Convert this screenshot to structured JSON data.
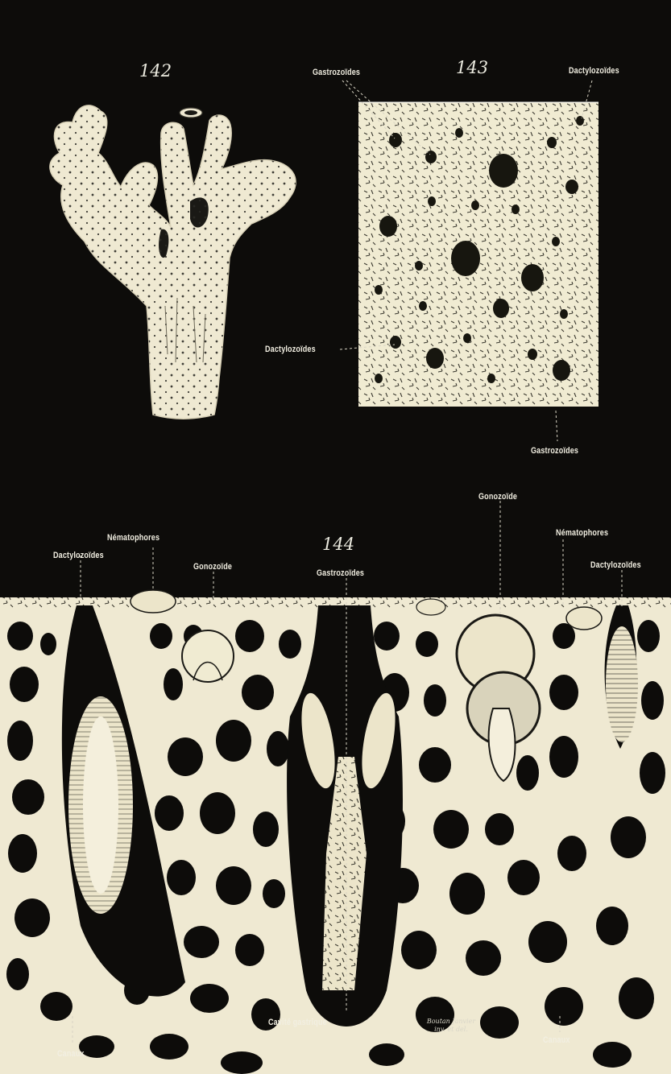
{
  "figures": {
    "fig1": "142",
    "fig2": "143",
    "fig3": "144"
  },
  "labels": {
    "f143_gastro_top": "Gastrozoïdes",
    "f143_dactylo_top": "Dactylozoïdes",
    "f143_dactylo_left": "Dactylozoïdes",
    "f143_gastro_bottom": "Gastrozoïdes",
    "nematophores_left": "Nématophores",
    "dactylo_left": "Dactylozoïdes",
    "gonozoide_left": "Gonozoïde",
    "gastrozoides_center": "Gastrozoïdes",
    "gonozoide_right": "Gonozoïde",
    "nematophores_right": "Nématophores",
    "dactylo_right": "Dactylozoïdes",
    "canaux_left": "Canaux",
    "cavite": "Cavité gastrique",
    "canaux_right": "Canaux"
  },
  "signature": {
    "line1": "Boutan Janvier",
    "line2": "inv. et del."
  }
}
